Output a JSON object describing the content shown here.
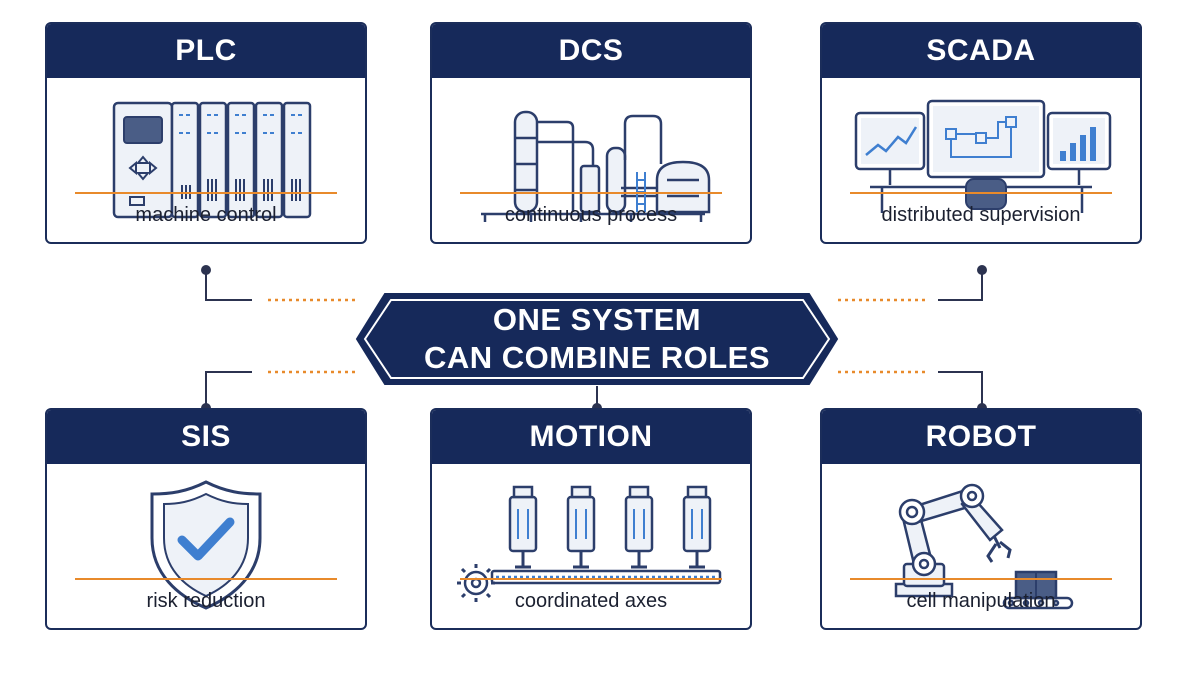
{
  "center": {
    "line1": "ONE SYSTEM",
    "line2": "CAN COMBINE ROLES"
  },
  "cards": {
    "plc": {
      "title": "PLC",
      "caption": "machine control",
      "icon": "plc-rack-icon"
    },
    "dcs": {
      "title": "DCS",
      "caption": "continuous process",
      "icon": "process-plant-icon"
    },
    "scada": {
      "title": "SCADA",
      "caption": "distributed supervision",
      "icon": "monitor-workstation-icon"
    },
    "sis": {
      "title": "SIS",
      "caption": "risk reduction",
      "icon": "shield-check-icon"
    },
    "motion": {
      "title": "MOTION",
      "caption": "coordinated axes",
      "icon": "servo-axes-icon"
    },
    "robot": {
      "title": "ROBOT",
      "caption": "cell manipulation",
      "icon": "robot-arm-icon"
    }
  },
  "colors": {
    "navy": "#16295a",
    "accent_orange": "#e88a2b",
    "icon_blue": "#3f7fd0",
    "icon_stroke": "#2c3e6b"
  }
}
